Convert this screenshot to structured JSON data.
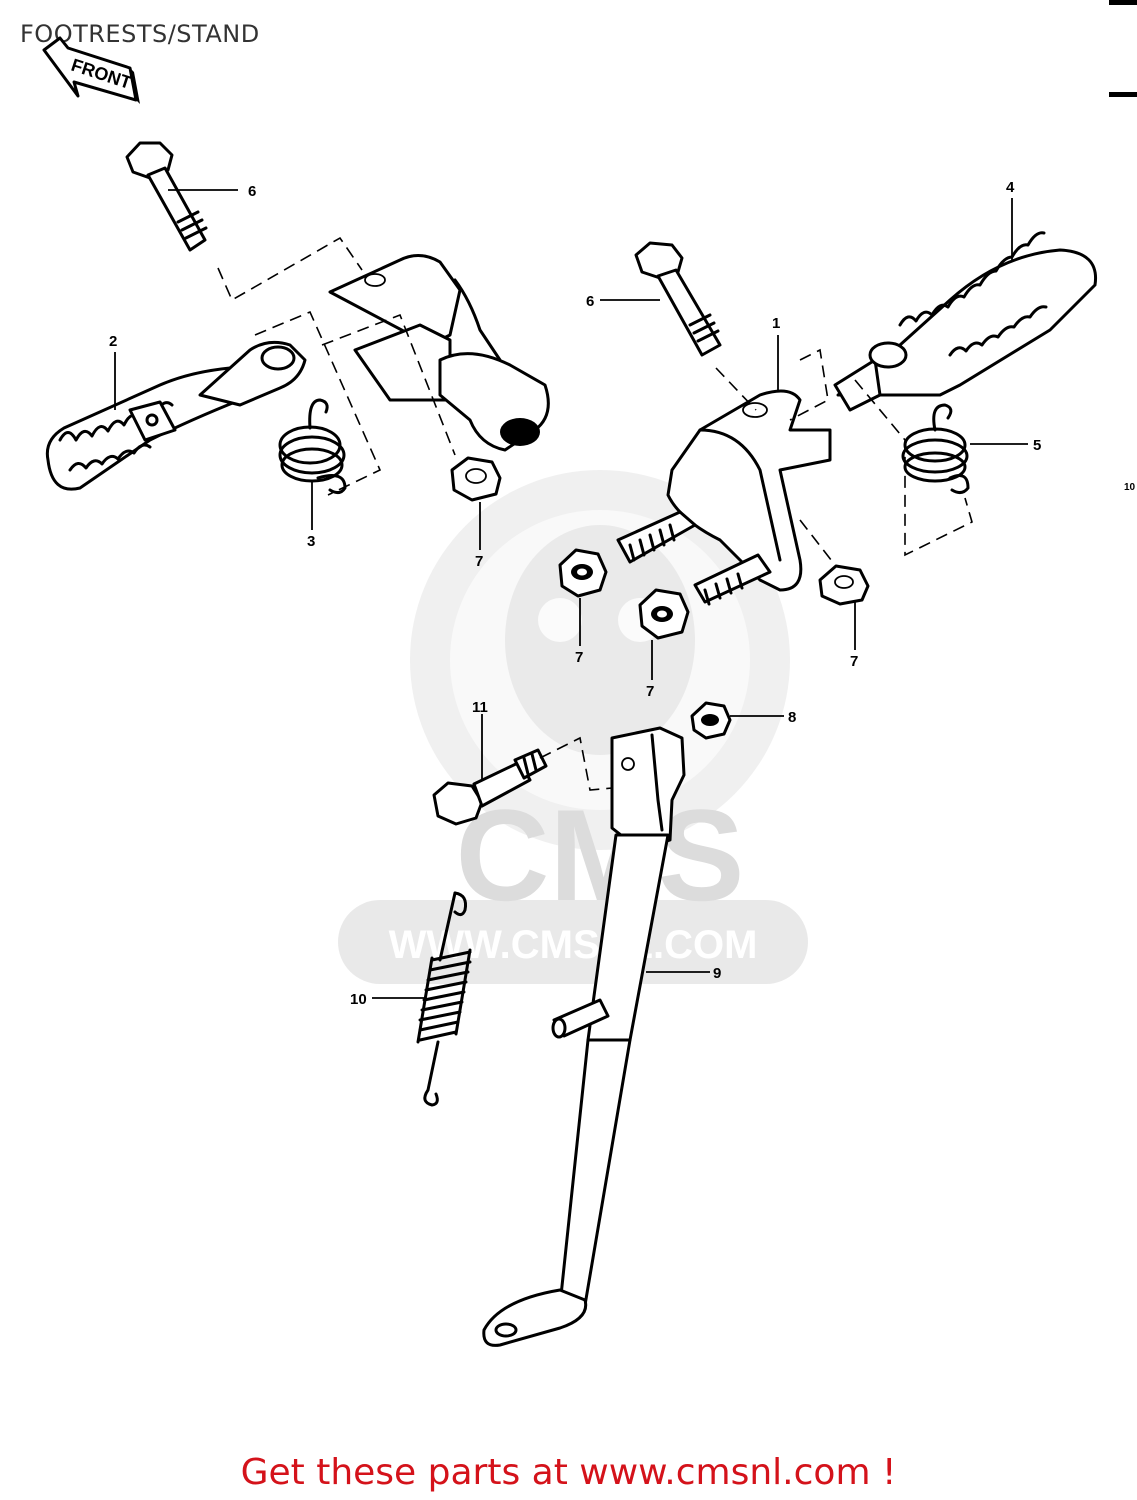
{
  "diagram": {
    "title": "FOOTRESTS/STAND",
    "front_arrow_label": "FRONT",
    "watermark": {
      "logo_text": "CMS",
      "url_text": "WWW.CMSNL.COM"
    },
    "part_labels": [
      "1",
      "2",
      "3",
      "4",
      "5",
      "6",
      "6",
      "7",
      "7",
      "7",
      "7",
      "8",
      "9",
      "10",
      "11"
    ],
    "corner_note": "10",
    "footer_text": "Get these parts at www.cmsnl.com !",
    "footer_color": "#d4121a"
  }
}
